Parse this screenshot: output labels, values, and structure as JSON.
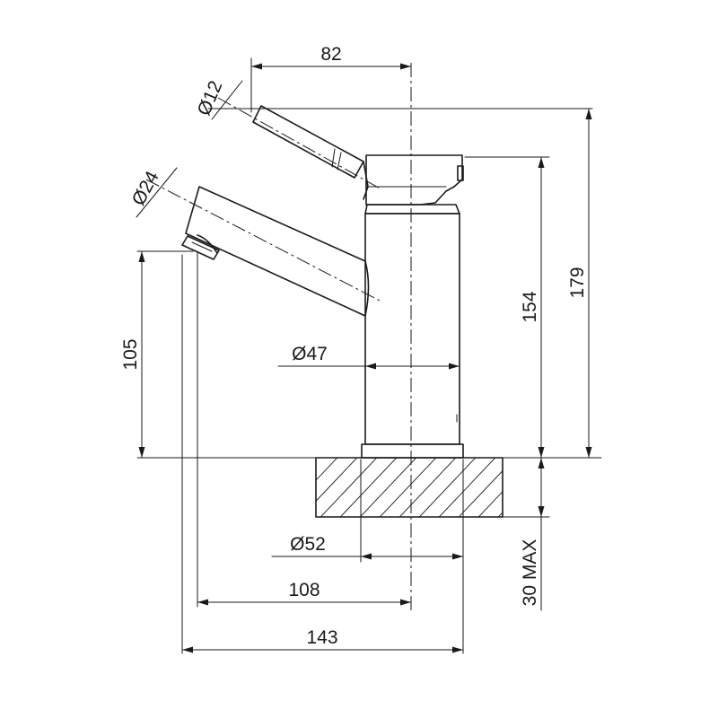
{
  "dimensions": {
    "handle_length": "82",
    "handle_diameter": "Ø12",
    "spout_diameter": "Ø24",
    "spout_height": "105",
    "body_diameter": "Ø47",
    "body_height": "154",
    "total_height": "179",
    "base_diameter": "Ø52",
    "max_deck_thickness": "30 MAX",
    "spout_reach": "108",
    "total_depth": "143"
  },
  "colors": {
    "line": "#1a1a1a",
    "background": "#ffffff"
  }
}
